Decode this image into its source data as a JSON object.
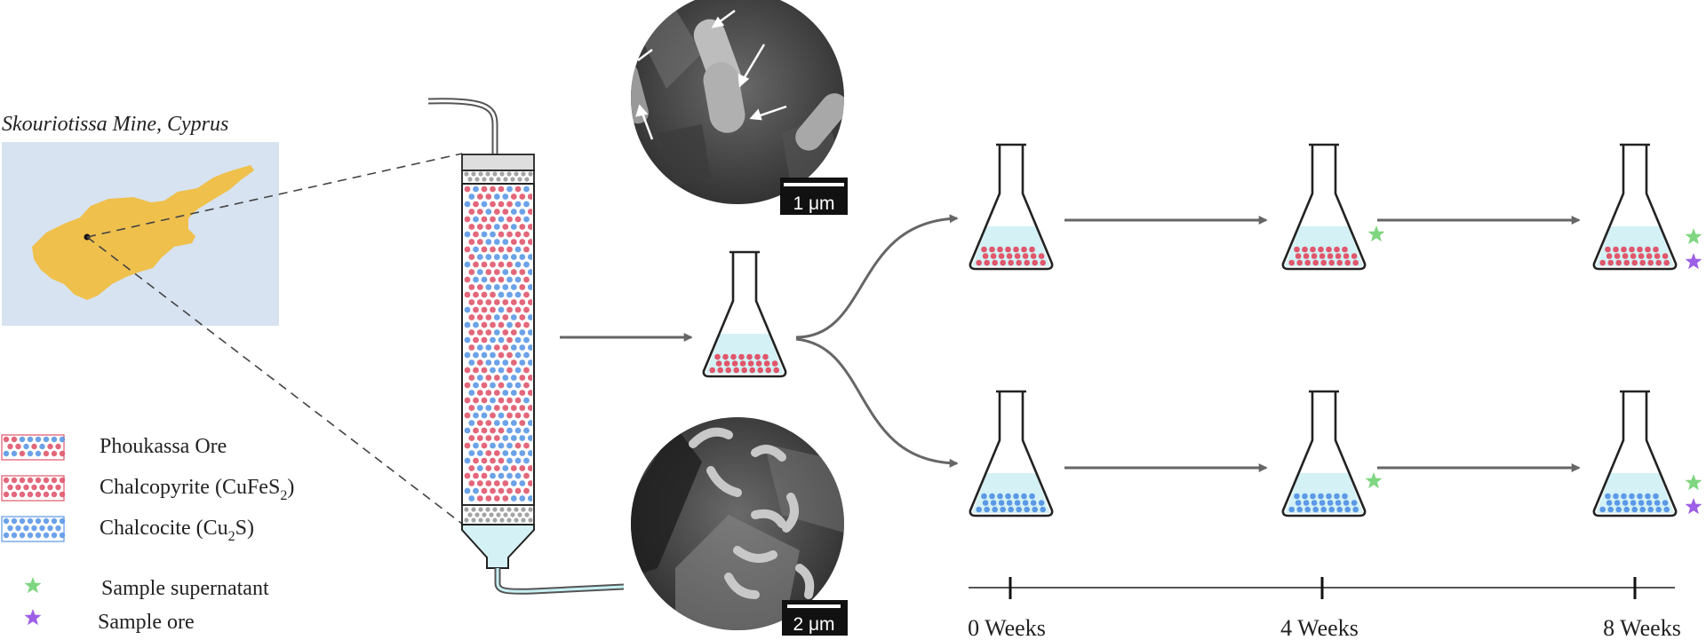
{
  "map": {
    "title": "Skouriotissa Mine, Cyprus",
    "colors": {
      "sea": "#d7e3f0",
      "island": "#efc04c"
    }
  },
  "micrographs": {
    "top_scale": "1 μm",
    "bottom_scale": "2 μm"
  },
  "legend": {
    "items": [
      {
        "label": "Phoukassa Ore",
        "pattern": "mixed"
      },
      {
        "label": "Chalcopyrite (CuFeS",
        "sub": "2",
        "tail": ")",
        "pattern": "chalcopyrite"
      },
      {
        "label": "Chalcocite (Cu",
        "sub": "2",
        "tail": "S)",
        "pattern": "chalcocite"
      },
      {
        "label": "Sample supernatant",
        "icon": "green-star-icon"
      },
      {
        "label": "Sample ore",
        "icon": "purple-star-icon"
      }
    ]
  },
  "timeline": {
    "labels": [
      "0 Weeks",
      "4 Weeks",
      "8 Weeks"
    ]
  },
  "colors": {
    "chalcopyrite": "#e0566b",
    "chalcocite": "#5b98e6",
    "liquid": "#d4f1f5",
    "arrow": "#666666",
    "green_star": "#7fd680",
    "purple_star": "#9d5fe6"
  }
}
